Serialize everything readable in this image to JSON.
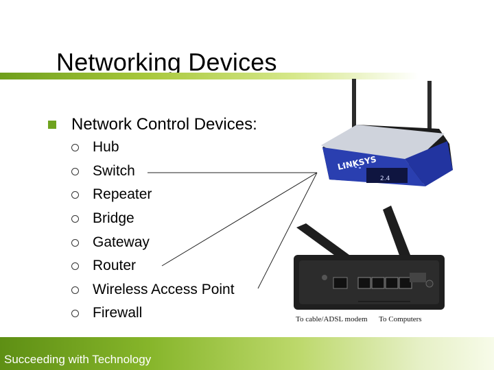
{
  "slide": {
    "title": "Networking Devices",
    "main_bullet": "Network Control Devices:",
    "sub_bullets": [
      "Hub",
      "Switch",
      "Repeater",
      "Bridge",
      "Gateway",
      "Router",
      "Wireless Access Point",
      "Firewall"
    ],
    "footer": "Succeeding with Technology",
    "router_brand": "LINKSYS",
    "router_label": "2.4",
    "caption_left": "To cable/ADSL modem",
    "caption_right": "To Computers"
  },
  "colors": {
    "accent_green": "#6fa31f",
    "router_blue": "#2a3fb0"
  }
}
